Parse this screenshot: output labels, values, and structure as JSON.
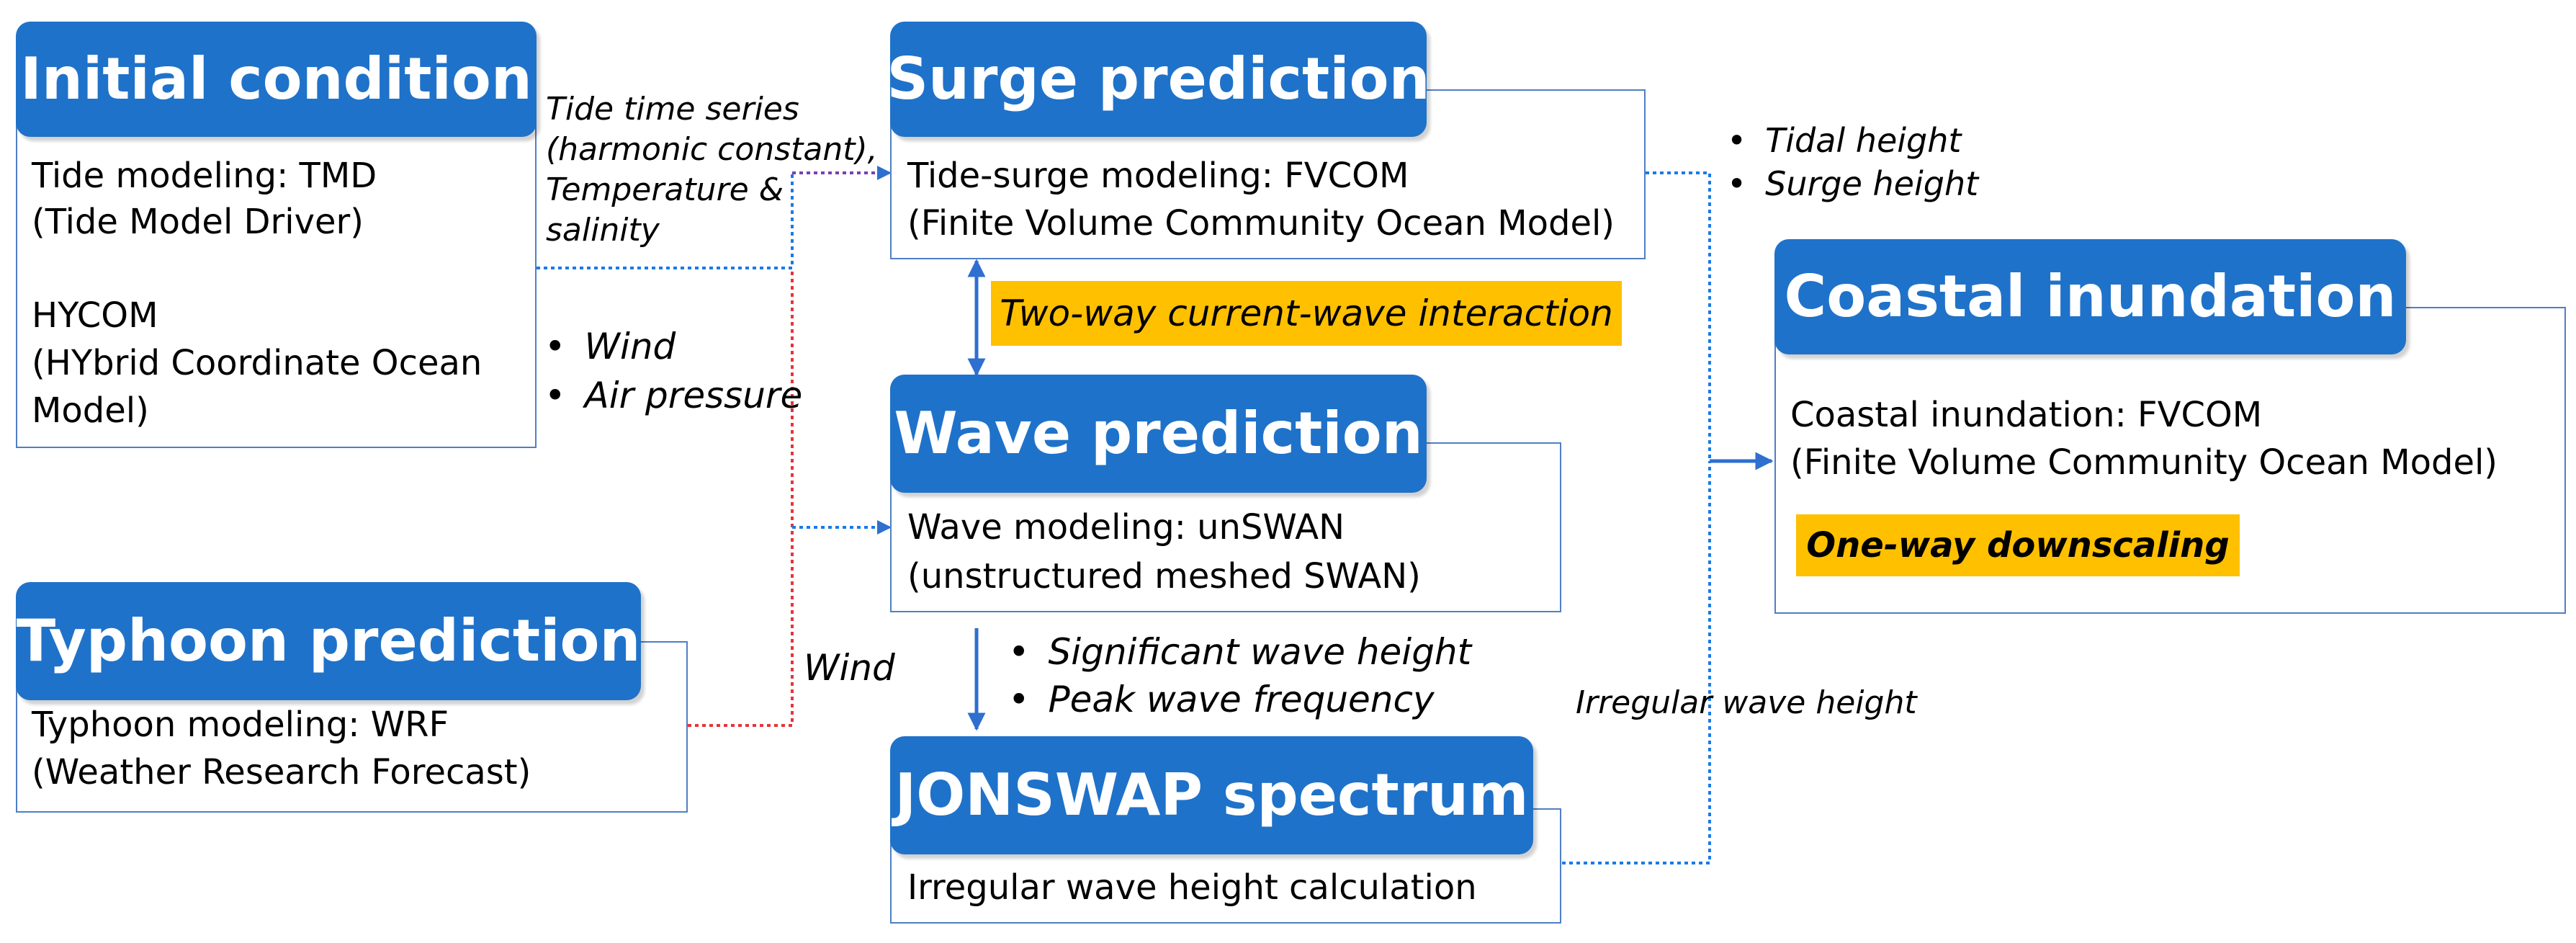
{
  "nodes": {
    "initial": {
      "title": "Initial condition",
      "line1": "Tide modeling: TMD",
      "line2": "(Tide Model Driver)",
      "line3": "HYCOM",
      "line4": "(HYbrid Coordinate Ocean",
      "line5": "Model)"
    },
    "typhoon": {
      "title": "Typhoon prediction",
      "line1": "Typhoon modeling: WRF",
      "line2": "(Weather Research Forecast)"
    },
    "surge": {
      "title": "Surge prediction",
      "line1": "Tide-surge modeling: FVCOM",
      "line2": "(Finite Volume Community Ocean Model)"
    },
    "wave": {
      "title": "Wave prediction",
      "line1": "Wave modeling: unSWAN",
      "line2": "(unstructured meshed SWAN)"
    },
    "jonswap": {
      "title": "JONSWAP spectrum",
      "line1": "Irregular wave height calculation"
    },
    "coastal": {
      "title": "Coastal inundation",
      "line1": "Coastal inundation: FVCOM",
      "line2": "(Finite Volume Community Ocean Model)",
      "highlight": "One-way downscaling"
    }
  },
  "labels": {
    "tide_series": [
      "Tide time series",
      "(harmonic constant),",
      "Temperature &",
      "salinity"
    ],
    "wind_pressure": [
      "Wind",
      "Air pressure"
    ],
    "wind": "Wind",
    "interaction": "Two-way current-wave interaction",
    "wave_outputs": [
      "Significant wave height",
      "Peak wave frequency"
    ],
    "surge_outputs": [
      "Tidal height",
      "Surge height"
    ],
    "irregular": "Irregular wave height"
  },
  "colors": {
    "header_fill": "#1f72c9",
    "panel_border": "#4f7fc4",
    "arrow_blue": "#2e6fd0",
    "dotted_blue": "#1a7ae8",
    "dotted_red": "#e8333a",
    "dotted_purple": "#7a3fb0",
    "highlight": "#ffc000"
  }
}
